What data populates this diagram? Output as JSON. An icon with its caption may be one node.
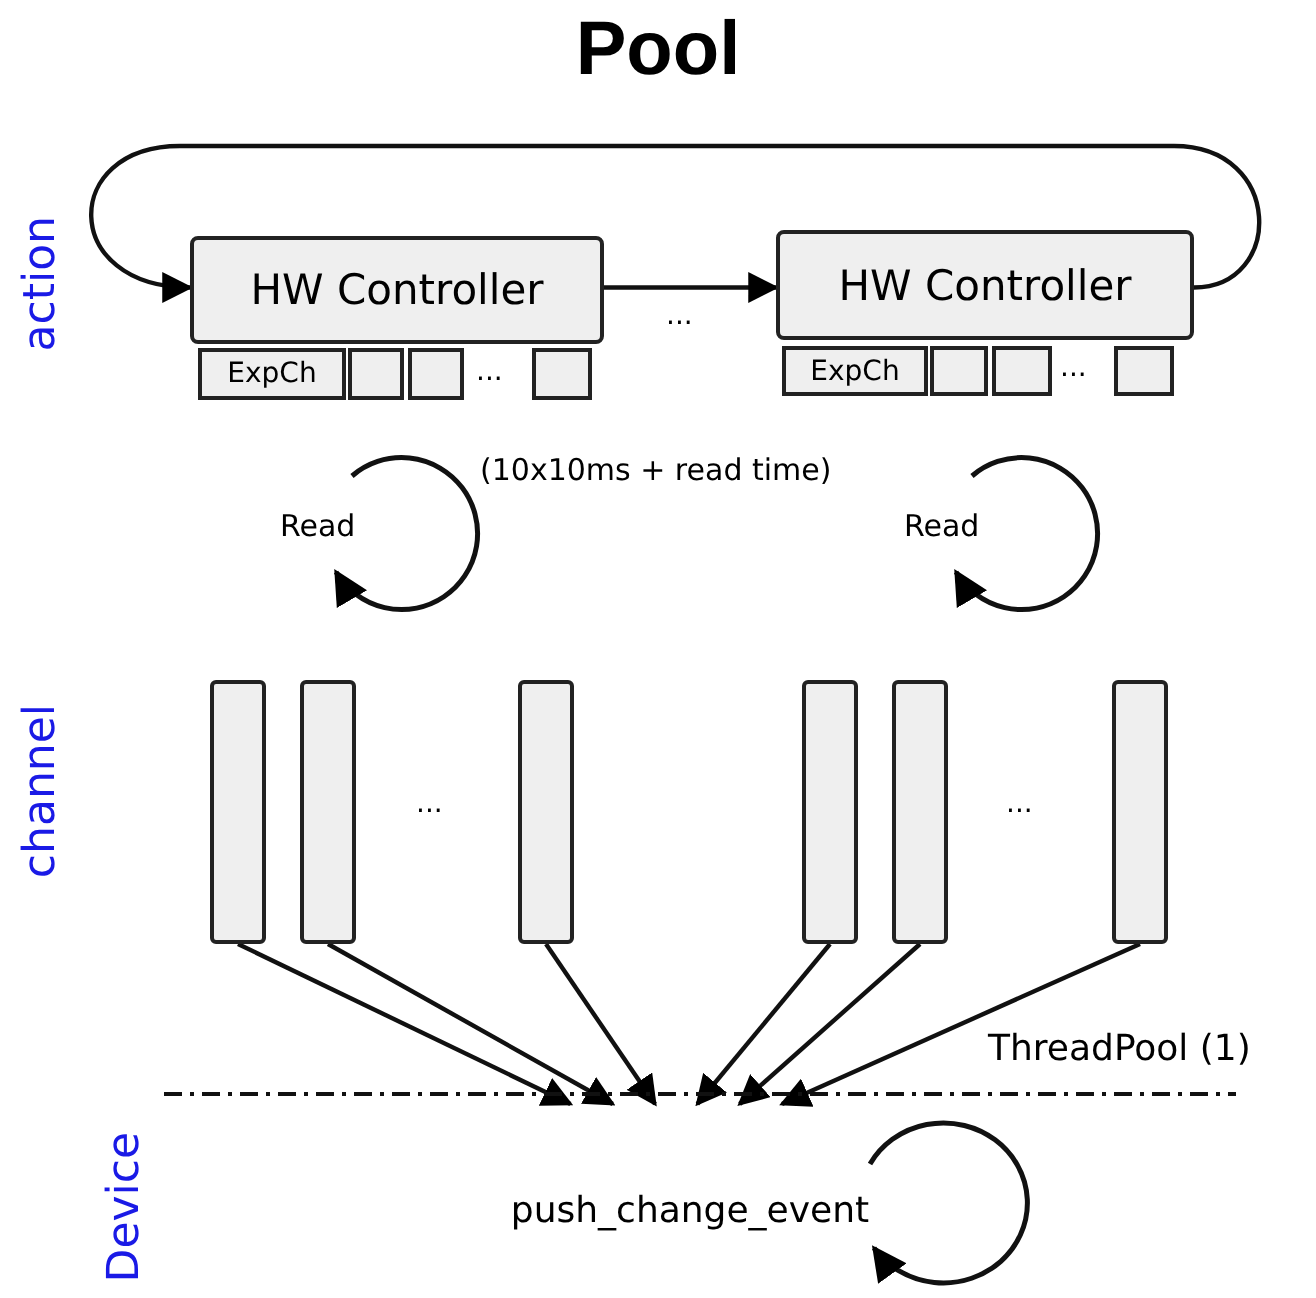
{
  "diagram": {
    "title": "Pool",
    "nodes": [
      {
        "text": [
          "HW Controller"
        ]
      },
      {
        "text": [
          "ExpCh"
        ]
      },
      {
        "text": [],
        "shape": "box"
      },
      {
        "text": [],
        "shape": "box"
      },
      {
        "text": [],
        "shape": "box"
      },
      {
        "text": [
          "HW Controller"
        ]
      },
      {
        "text": [
          "ExpCh"
        ]
      },
      {
        "text": [],
        "shape": "box"
      },
      {
        "text": [],
        "shape": "box"
      },
      {
        "text": [],
        "shape": "box"
      },
      {
        "text": [],
        "shape": "bar"
      },
      {
        "text": [],
        "shape": "bar"
      },
      {
        "text": [],
        "shape": "bar"
      },
      {
        "text": [],
        "shape": "bar"
      },
      {
        "text": [],
        "shape": "bar"
      },
      {
        "text": [],
        "shape": "bar"
      },
      {
        "text": [
          "push_change_event"
        ]
      }
    ],
    "edges": [
      {
        "from": 5,
        "to": 0,
        "arrow": "to"
      },
      {
        "from": 0,
        "to": 5,
        "arrow": "to"
      },
      {
        "from": 10,
        "to": 16,
        "arrow": "to"
      },
      {
        "from": 11,
        "to": 16,
        "arrow": "to"
      },
      {
        "from": 12,
        "to": 16,
        "arrow": "to"
      },
      {
        "from": 13,
        "to": 16,
        "arrow": "to"
      },
      {
        "from": 14,
        "to": 16,
        "arrow": "to"
      },
      {
        "from": 15,
        "to": 16,
        "arrow": "to"
      }
    ],
    "labels": [
      "action",
      "...",
      "...",
      "...",
      "(10x10ms + read time)",
      "Read",
      "Read",
      "channel",
      "...",
      "...",
      "ThreadPool (1)",
      "Device"
    ]
  }
}
